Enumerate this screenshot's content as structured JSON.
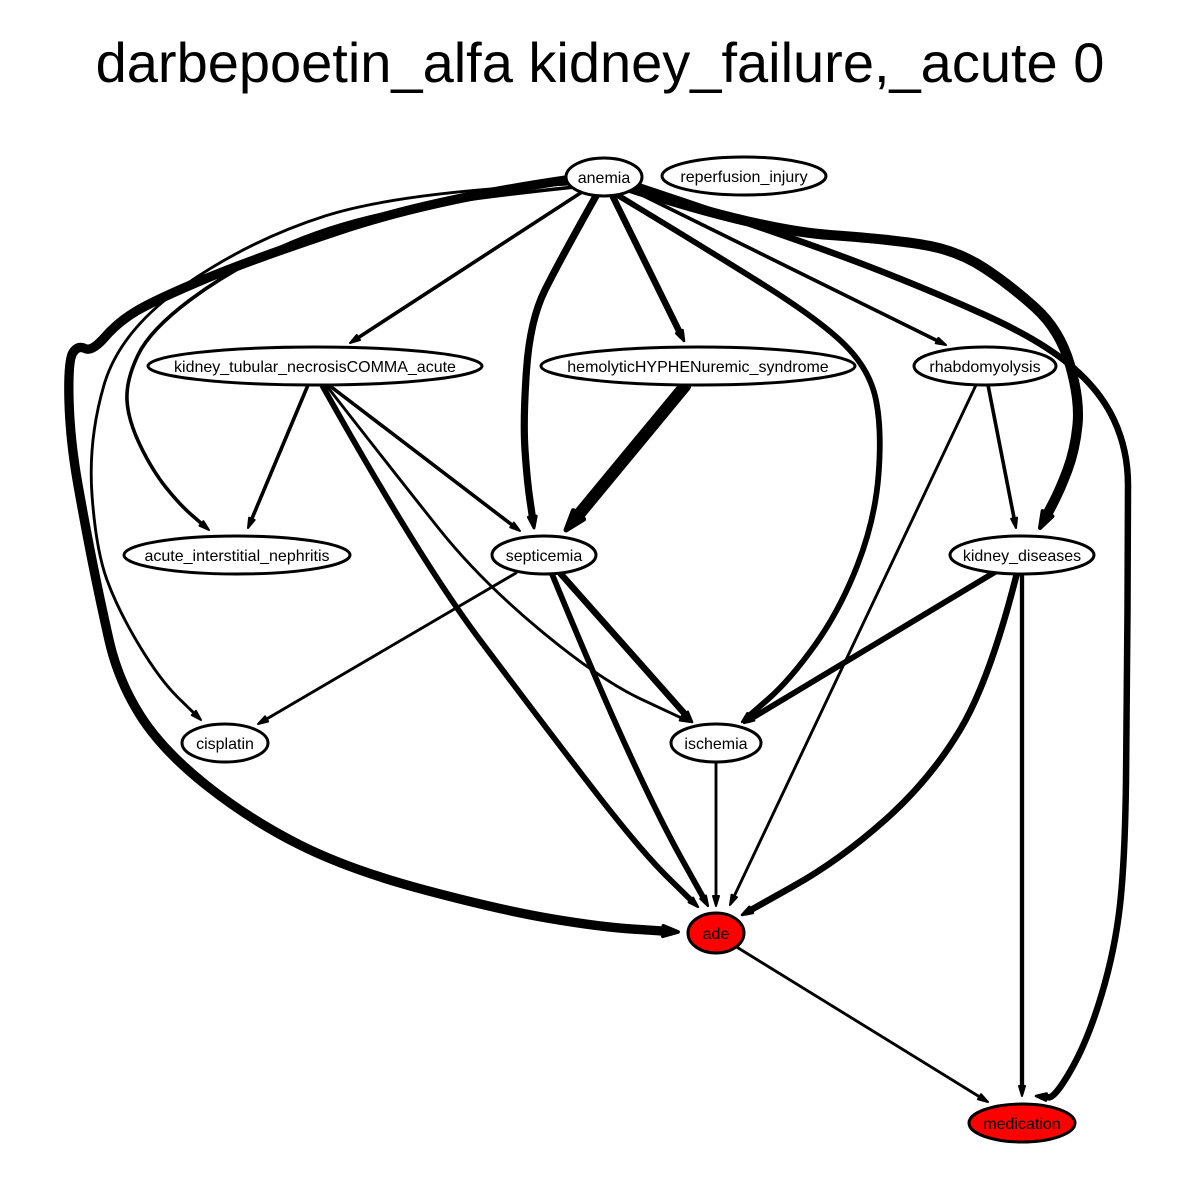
{
  "title": "darbepoetin_alfa kidney_failure,_acute 0",
  "nodes": {
    "anemia": {
      "label": "anemia",
      "fill": "#ffffff"
    },
    "reperfusion_injury": {
      "label": "reperfusion_injury",
      "fill": "#ffffff"
    },
    "kidney_tubular_necrosis": {
      "label": "kidney_tubular_necrosisCOMMA_acute",
      "fill": "#ffffff"
    },
    "hemolytic_uremic": {
      "label": "hemolyticHYPHENuremic_syndrome",
      "fill": "#ffffff"
    },
    "rhabdomyolysis": {
      "label": "rhabdomyolysis",
      "fill": "#ffffff"
    },
    "acute_interstitial_nephritis": {
      "label": "acute_interstitial_nephritis",
      "fill": "#ffffff"
    },
    "septicemia": {
      "label": "septicemia",
      "fill": "#ffffff"
    },
    "kidney_diseases": {
      "label": "kidney_diseases",
      "fill": "#ffffff"
    },
    "cisplatin": {
      "label": "cisplatin",
      "fill": "#ffffff"
    },
    "ischemia": {
      "label": "ischemia",
      "fill": "#ffffff"
    },
    "ade": {
      "label": "ade",
      "fill": "#ff0000"
    },
    "medication": {
      "label": "medication",
      "fill": "#ff0000"
    }
  },
  "edges": [
    {
      "from": "anemia",
      "to": "kidney_tubular_necrosis",
      "weight": 5
    },
    {
      "from": "anemia",
      "to": "hemolytic_uremic",
      "weight": 9
    },
    {
      "from": "anemia",
      "to": "rhabdomyolysis",
      "weight": 5
    },
    {
      "from": "anemia",
      "to": "septicemia",
      "weight": 10
    },
    {
      "from": "anemia",
      "to": "kidney_diseases",
      "weight": 14
    },
    {
      "from": "anemia",
      "to": "ischemia",
      "weight": 8
    },
    {
      "from": "anemia",
      "to": "acute_interstitial_nephritis",
      "weight": 5
    },
    {
      "from": "anemia",
      "to": "cisplatin",
      "weight": 4
    },
    {
      "from": "anemia",
      "to": "ade",
      "weight": 13
    },
    {
      "from": "anemia",
      "to": "medication",
      "weight": 9
    },
    {
      "from": "kidney_tubular_necrosis",
      "to": "acute_interstitial_nephritis",
      "weight": 5
    },
    {
      "from": "kidney_tubular_necrosis",
      "to": "septicemia",
      "weight": 5
    },
    {
      "from": "kidney_tubular_necrosis",
      "to": "ischemia",
      "weight": 4
    },
    {
      "from": "kidney_tubular_necrosis",
      "to": "ade",
      "weight": 8
    },
    {
      "from": "hemolytic_uremic",
      "to": "septicemia",
      "weight": 17
    },
    {
      "from": "rhabdomyolysis",
      "to": "kidney_diseases",
      "weight": 5
    },
    {
      "from": "rhabdomyolysis",
      "to": "ade",
      "weight": 4
    },
    {
      "from": "septicemia",
      "to": "cisplatin",
      "weight": 4
    },
    {
      "from": "septicemia",
      "to": "ischemia",
      "weight": 9
    },
    {
      "from": "septicemia",
      "to": "ade",
      "weight": 8
    },
    {
      "from": "kidney_diseases",
      "to": "ischemia",
      "weight": 8
    },
    {
      "from": "kidney_diseases",
      "to": "ade",
      "weight": 9
    },
    {
      "from": "kidney_diseases",
      "to": "medication",
      "weight": 6
    },
    {
      "from": "ischemia",
      "to": "ade",
      "weight": 4
    },
    {
      "from": "ade",
      "to": "medication",
      "weight": 4
    }
  ]
}
